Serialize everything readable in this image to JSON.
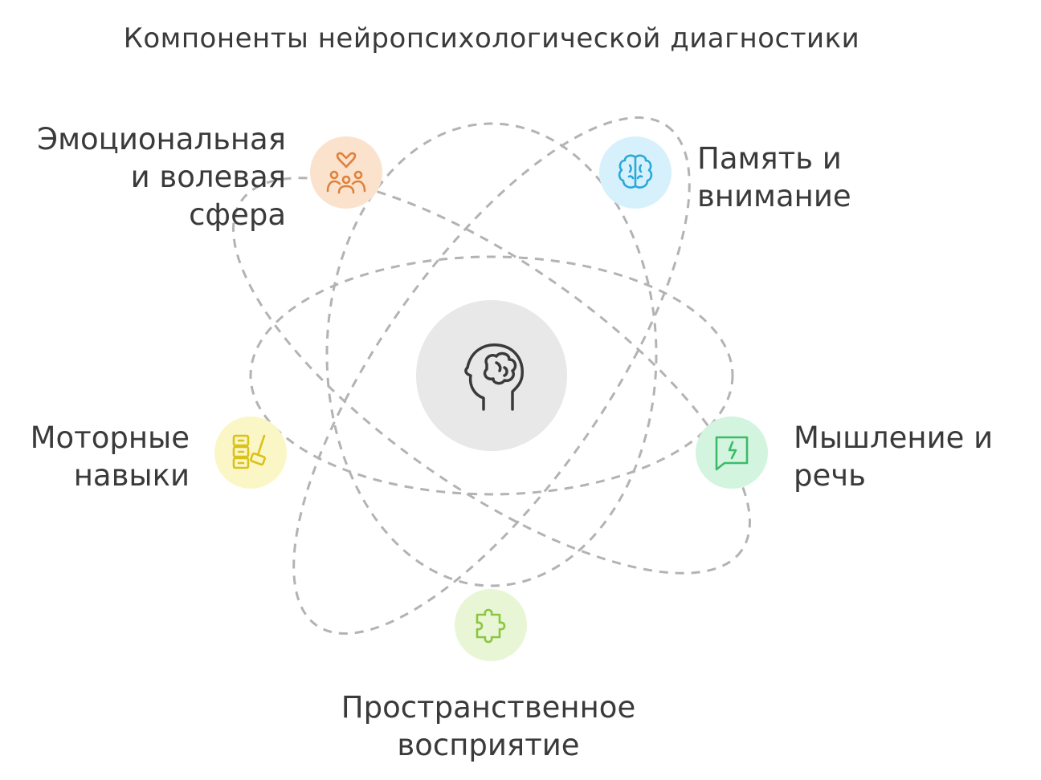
{
  "title": "Компоненты нейропсихологической диагностики",
  "center": {
    "icon": "head-brain-icon"
  },
  "components": [
    {
      "id": "emotional",
      "lines": [
        "Эмоциональная",
        "и волевая",
        "сфера"
      ],
      "icon": "family-heart-icon",
      "color": "#e0813b",
      "bg": "#fbe2cc"
    },
    {
      "id": "memory",
      "lines": [
        "Память и",
        "внимание"
      ],
      "icon": "brain-icon",
      "color": "#29a8dc",
      "bg": "#d6f1fb"
    },
    {
      "id": "motor",
      "lines": [
        "Моторные",
        "навыки"
      ],
      "icon": "blocks-hammer-icon",
      "color": "#d9c21a",
      "bg": "#fbf6c6"
    },
    {
      "id": "thinking",
      "lines": [
        "Мышление и",
        "речь"
      ],
      "icon": "speech-bubble-icon",
      "color": "#3dbb6a",
      "bg": "#d3f4df"
    },
    {
      "id": "spatial",
      "lines": [
        "Пространственное",
        "восприятие"
      ],
      "icon": "puzzle-icon",
      "color": "#8cc63f",
      "bg": "#e8f6d6"
    }
  ]
}
